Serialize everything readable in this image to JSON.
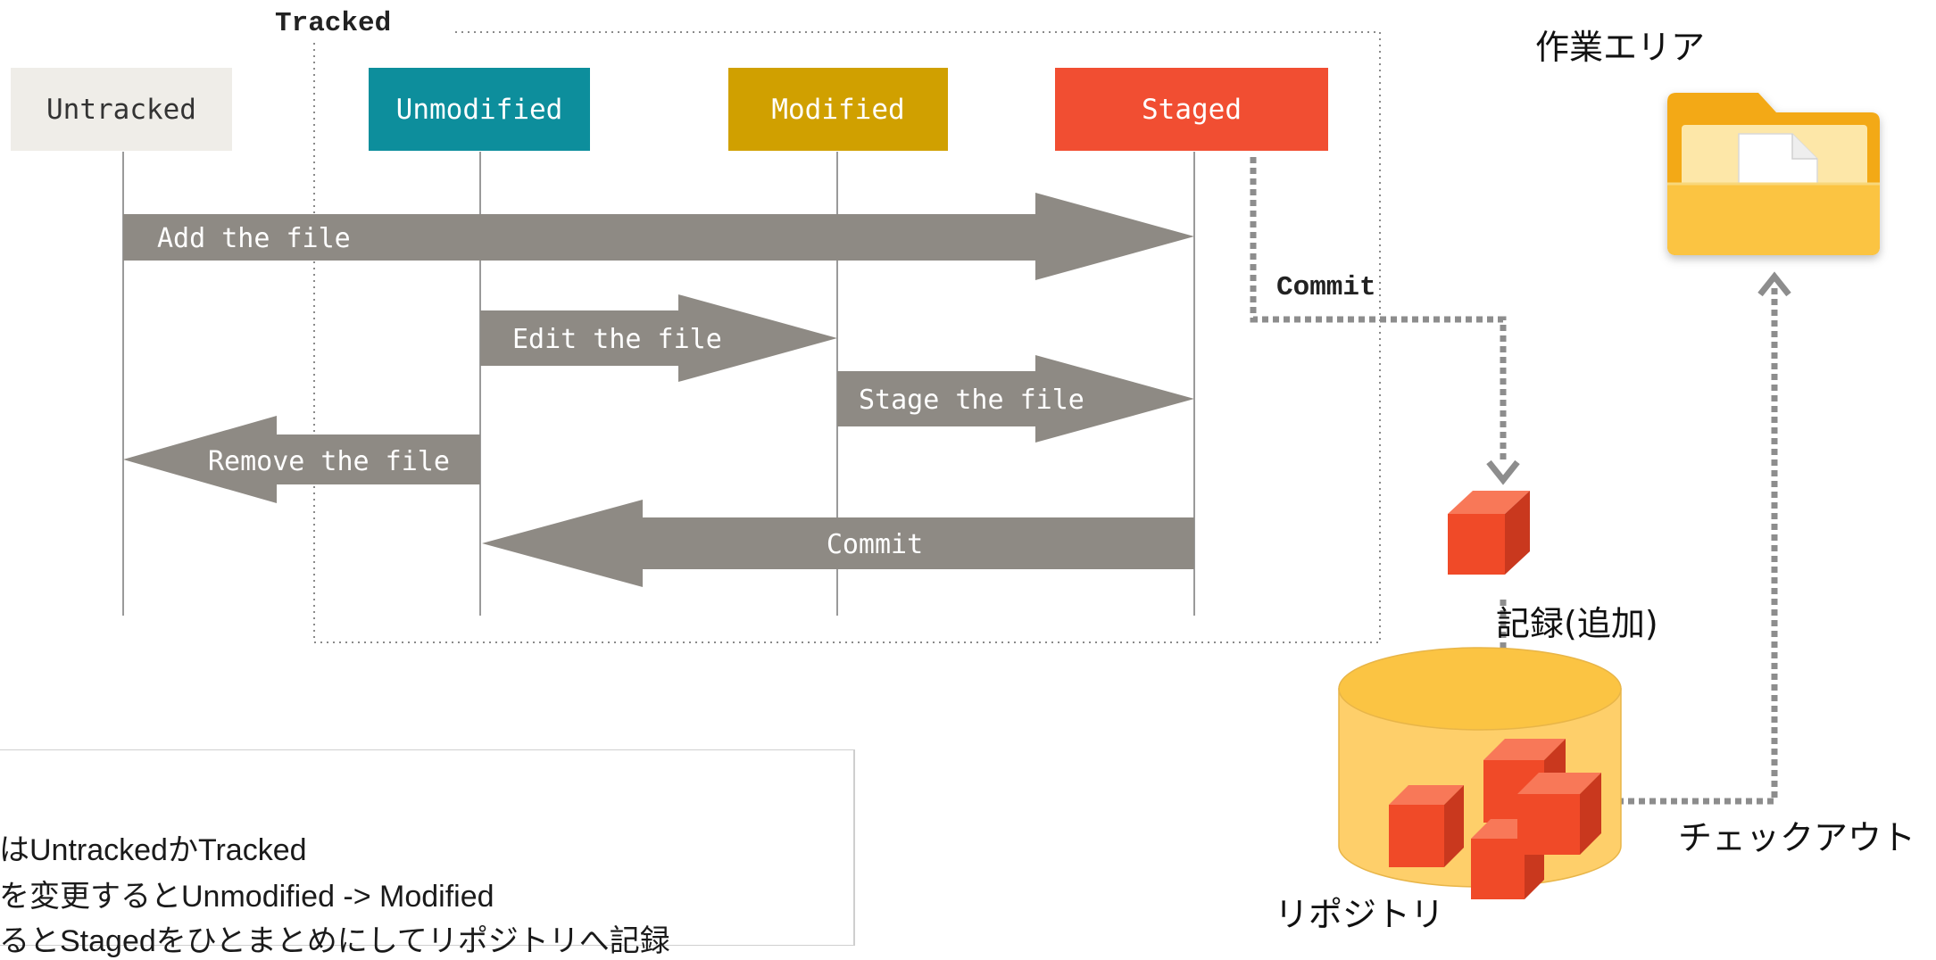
{
  "lifecycle": {
    "tracked_label": "Tracked",
    "states": {
      "untracked": "Untracked",
      "unmodified": "Unmodified",
      "modified": "Modified",
      "staged": "Staged"
    },
    "actions": {
      "add": "Add the file",
      "edit": "Edit the file",
      "stage": "Stage the file",
      "remove": "Remove the file",
      "commit": "Commit"
    }
  },
  "flow": {
    "commit_label": "Commit",
    "record_label": "記録(追加)",
    "checkout_label": "チェックアウト",
    "work_area_label": "作業エリア",
    "repository_label": "リポジトリ"
  },
  "notes": {
    "line1": "はUntrackedかTracked",
    "line2": "を変更するとUnmodified -> Modified",
    "line3": "るとStagedをひとまとめにしてリポジトリへ記録"
  },
  "colors": {
    "untracked": "#efede8",
    "unmodified": "#0d8e9c",
    "modified": "#d0a000",
    "staged": "#f14e32",
    "arrow": "#8e8a84",
    "cube_front": "#f04a28",
    "cube_top": "#f87858",
    "cube_side": "#c9381e",
    "cylinder": "#fecf6a",
    "folder": "#fbc443"
  },
  "icons": [
    "folder-icon",
    "document-icon",
    "cube-icon",
    "repository-cylinder-icon"
  ]
}
